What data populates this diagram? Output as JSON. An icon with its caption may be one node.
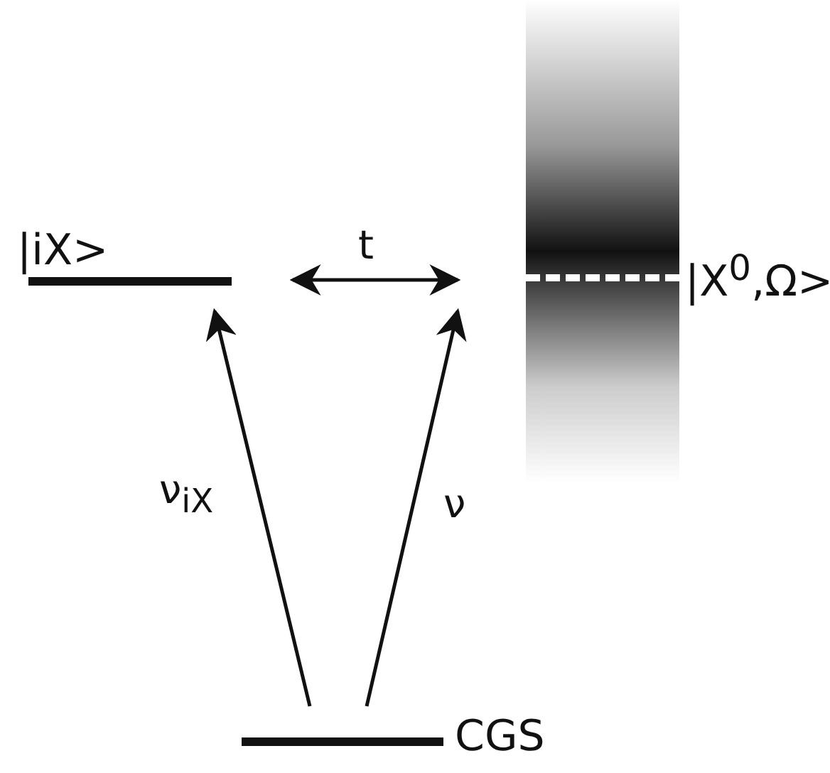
{
  "diagram": {
    "nodes": [
      {
        "text": [
          "|iX>"
        ]
      },
      {
        "text": [
          "|X$^{0}$,Ω>"
        ]
      },
      {
        "text": [
          "CGS"
        ]
      }
    ],
    "edges": [
      {
        "from": 2,
        "to": 0,
        "arrow": "to",
        "label": "ν$_{iX}$"
      },
      {
        "from": 2,
        "to": 1,
        "arrow": "to",
        "label": "ν"
      },
      {
        "from": 0,
        "to": 1,
        "arrow": "both",
        "label": "t"
      }
    ]
  }
}
